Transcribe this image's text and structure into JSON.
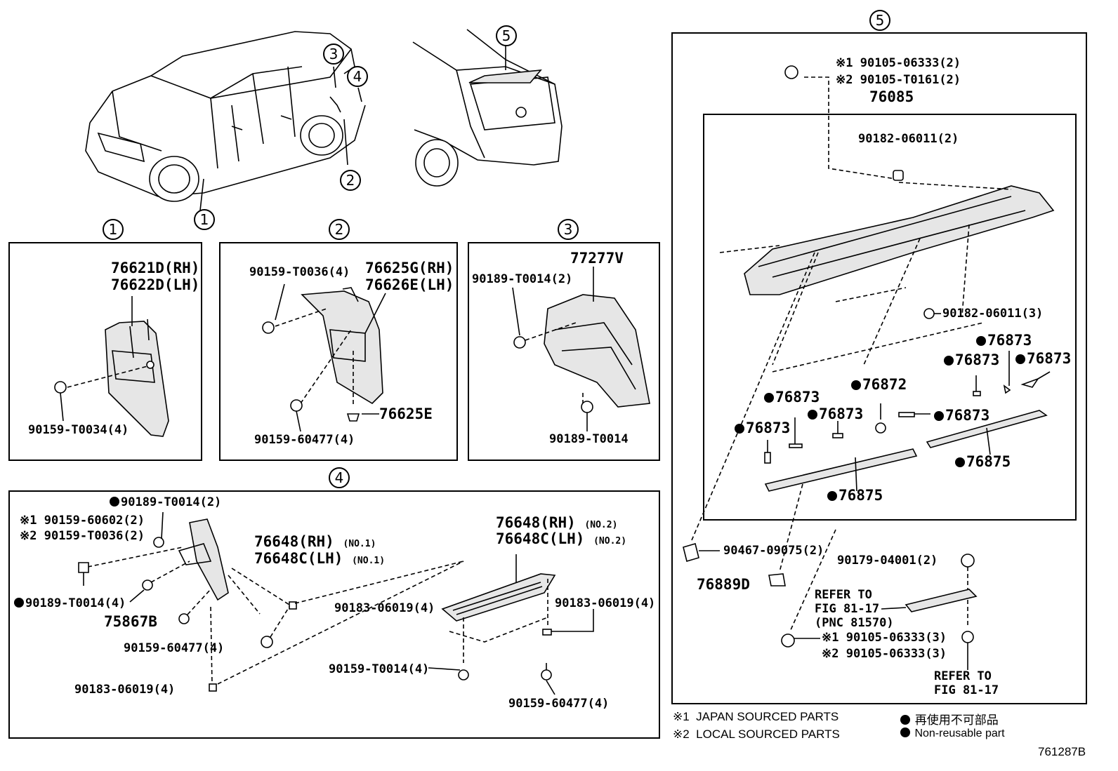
{
  "callouts": {
    "c1": "1",
    "c2": "2",
    "c3": "3",
    "c4": "4",
    "c5": "5"
  },
  "sec1": {
    "part_rh": "76621D(RH)",
    "part_lh": "76622D(LH)",
    "screw": "90159-T0034(4)"
  },
  "sec2": {
    "clip": "90159-T0036(4)",
    "part_rh": "76625G(RH)",
    "part_lh": "76626E(LH)",
    "screw": "90159-60477(4)",
    "retainer": "76625E"
  },
  "sec3": {
    "part": "77277V",
    "clip_top": "90189-T0014(2)",
    "clip_bottom": "90189-T0014"
  },
  "sec4": {
    "clip_top": "90189-T0014(2)",
    "screw_j_mark": "※1",
    "screw_j": "90159-60602(2)",
    "screw_l_mark": "※2",
    "screw_l": "90159-T0036(2)",
    "part1_rh": "76648(RH)",
    "part1_rh_no": "(NO.1)",
    "part1_lh": "76648C(LH)",
    "part1_lh_no": "(NO.1)",
    "part2_rh": "76648(RH)",
    "part2_rh_no": "(NO.2)",
    "part2_lh": "76648C(LH)",
    "part2_lh_no": "(NO.2)",
    "clip_left": "90189-T0014(4)",
    "nut_mid": "90183-06019(4)",
    "nut_right": "90183-06019(4)",
    "bolt": "75867B",
    "screw_a": "90159-60477(4)",
    "nut_bottom": "90183-06019(4)",
    "screw_t": "90159-T0014(4)",
    "screw_b": "90159-60477(4)"
  },
  "sec5": {
    "bolt_j_mark": "※1",
    "bolt_j": "90105-06333(2)",
    "bolt_l_mark": "※2",
    "bolt_l": "90105-T0161(2)",
    "spoiler": "76085",
    "nut_top": "90182-06011(2)",
    "nut_right": "90182-06011(3)",
    "pad_a": "76873",
    "pad_b": "76873",
    "pad_c": "76873",
    "pad_d": "76873",
    "pad_e": "76873",
    "pad_f": "76873",
    "pad_g": "76873",
    "seal": "76872",
    "tape_right": "76875",
    "tape_left": "76875",
    "grommet": "90467-09075(2)",
    "clip": "76889D",
    "nut_lamp": "90179-04001(2)",
    "refer_top": "REFER TO",
    "refer_fig": "FIG 81-17",
    "refer_pnc": "(PNC 81570)",
    "bolt3_j_mark": "※1",
    "bolt3_j": "90105-06333(3)",
    "bolt3_l_mark": "※2",
    "bolt3_l": "90105-06333(3)",
    "refer2_top": "REFER TO",
    "refer2_fig": "FIG 81-17"
  },
  "legend": {
    "m1": "※1",
    "t1": "JAPAN SOURCED PARTS",
    "m2": "※2",
    "t2": "LOCAL SOURCED PARTS",
    "j": "再使用不可部品",
    "e": "Non-reusable part"
  },
  "figure_id": "761287B"
}
